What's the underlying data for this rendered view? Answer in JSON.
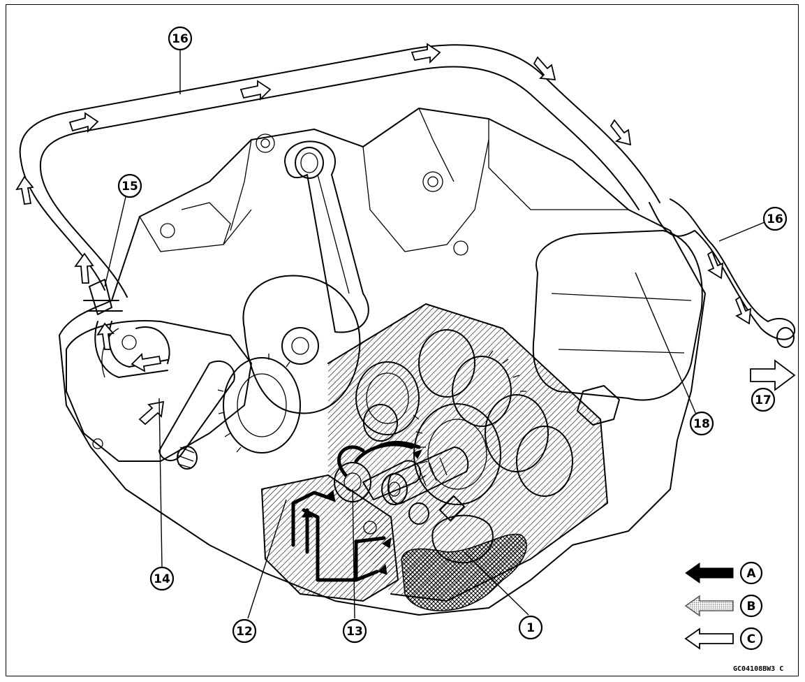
{
  "figure_code": "GC04108BW3 C",
  "callouts": {
    "c16a": "16",
    "c15": "15",
    "c16b": "16",
    "c17": "17",
    "c18": "18",
    "c14": "14",
    "c12": "12",
    "c13": "13",
    "c1": "1"
  },
  "legend": {
    "a": "A",
    "b": "B",
    "c": "C"
  },
  "colors": {
    "ink": "#000000",
    "paper": "#ffffff",
    "hatch_gray": "#8a8a8a"
  }
}
